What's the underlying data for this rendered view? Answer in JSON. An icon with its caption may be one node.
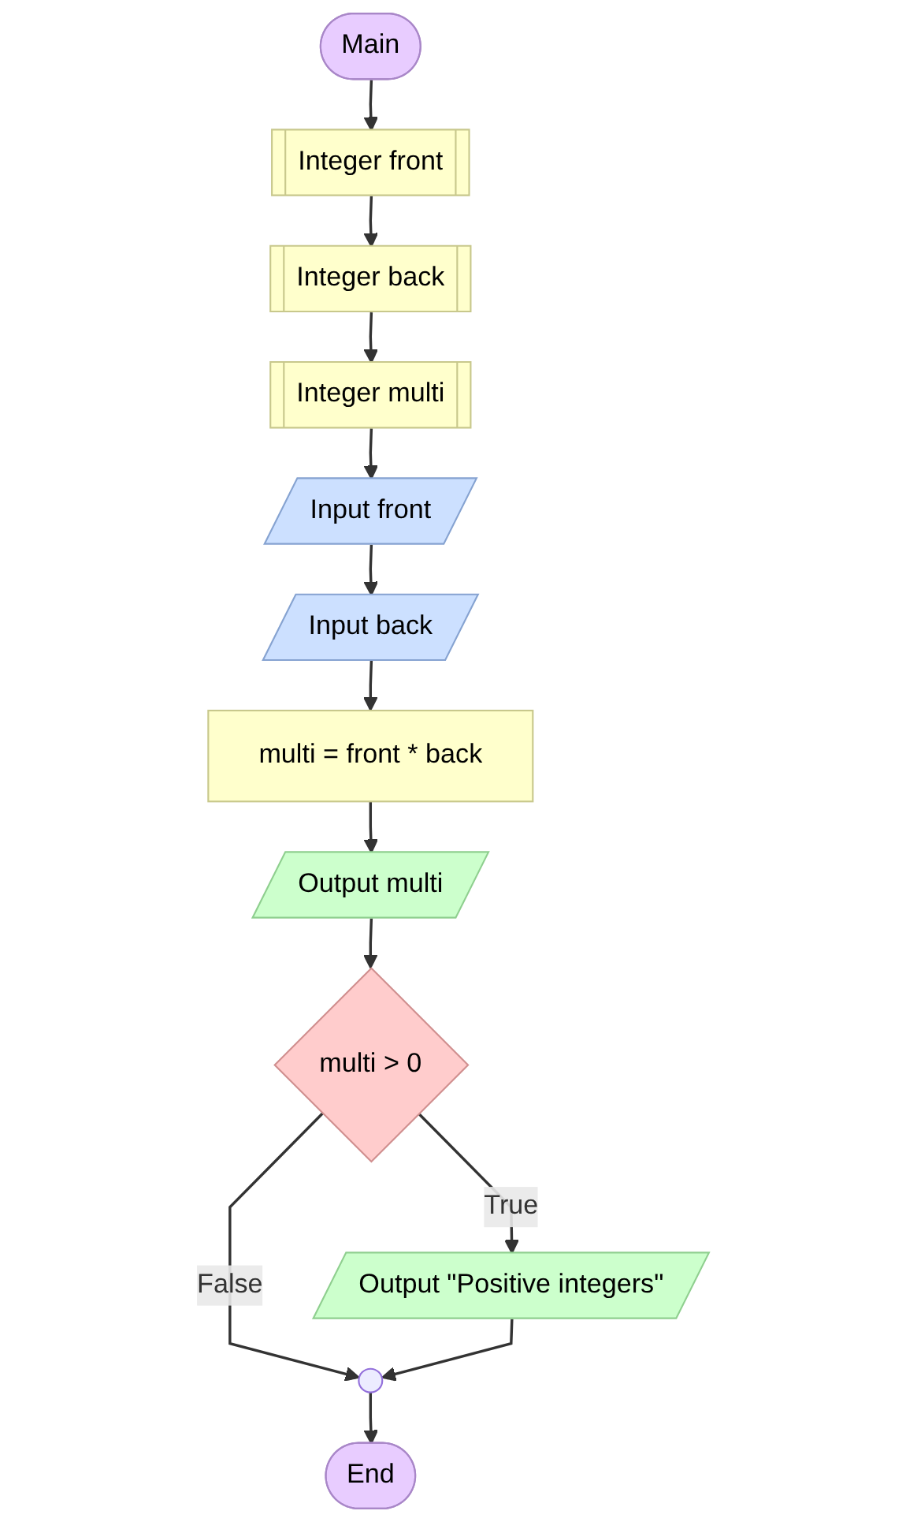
{
  "diagram": {
    "nodes": [
      {
        "text": [
          "Main"
        ]
      },
      {
        "text": [
          "Integer front"
        ]
      },
      {
        "text": [
          "Integer back"
        ]
      },
      {
        "text": [
          "Integer multi"
        ]
      },
      {
        "text": [
          "Input front"
        ]
      },
      {
        "text": [
          "Input back"
        ]
      },
      {
        "text": [
          "multi = front * back"
        ]
      },
      {
        "text": [
          "Output multi"
        ]
      },
      {
        "text": [
          "multi > 0"
        ]
      },
      {
        "text": [
          "Output \"Positive integers\""
        ]
      },
      {
        "text": [],
        "shape": "circle"
      },
      {
        "text": [
          "End"
        ]
      }
    ],
    "edges": [
      {
        "from": 0,
        "to": 1,
        "arrow": "to"
      },
      {
        "from": 1,
        "to": 2,
        "arrow": "to"
      },
      {
        "from": 2,
        "to": 3,
        "arrow": "to"
      },
      {
        "from": 3,
        "to": 4,
        "arrow": "to"
      },
      {
        "from": 4,
        "to": 5,
        "arrow": "to"
      },
      {
        "from": 5,
        "to": 6,
        "arrow": "to"
      },
      {
        "from": 6,
        "to": 7,
        "arrow": "to"
      },
      {
        "from": 7,
        "to": 8,
        "arrow": "to"
      },
      {
        "from": 8,
        "to": 10,
        "label": "False",
        "arrow": "to"
      },
      {
        "from": 8,
        "to": 9,
        "label": "True",
        "arrow": "to"
      },
      {
        "from": 9,
        "to": 10,
        "arrow": "to"
      },
      {
        "from": 10,
        "to": 11,
        "arrow": "to"
      }
    ]
  }
}
